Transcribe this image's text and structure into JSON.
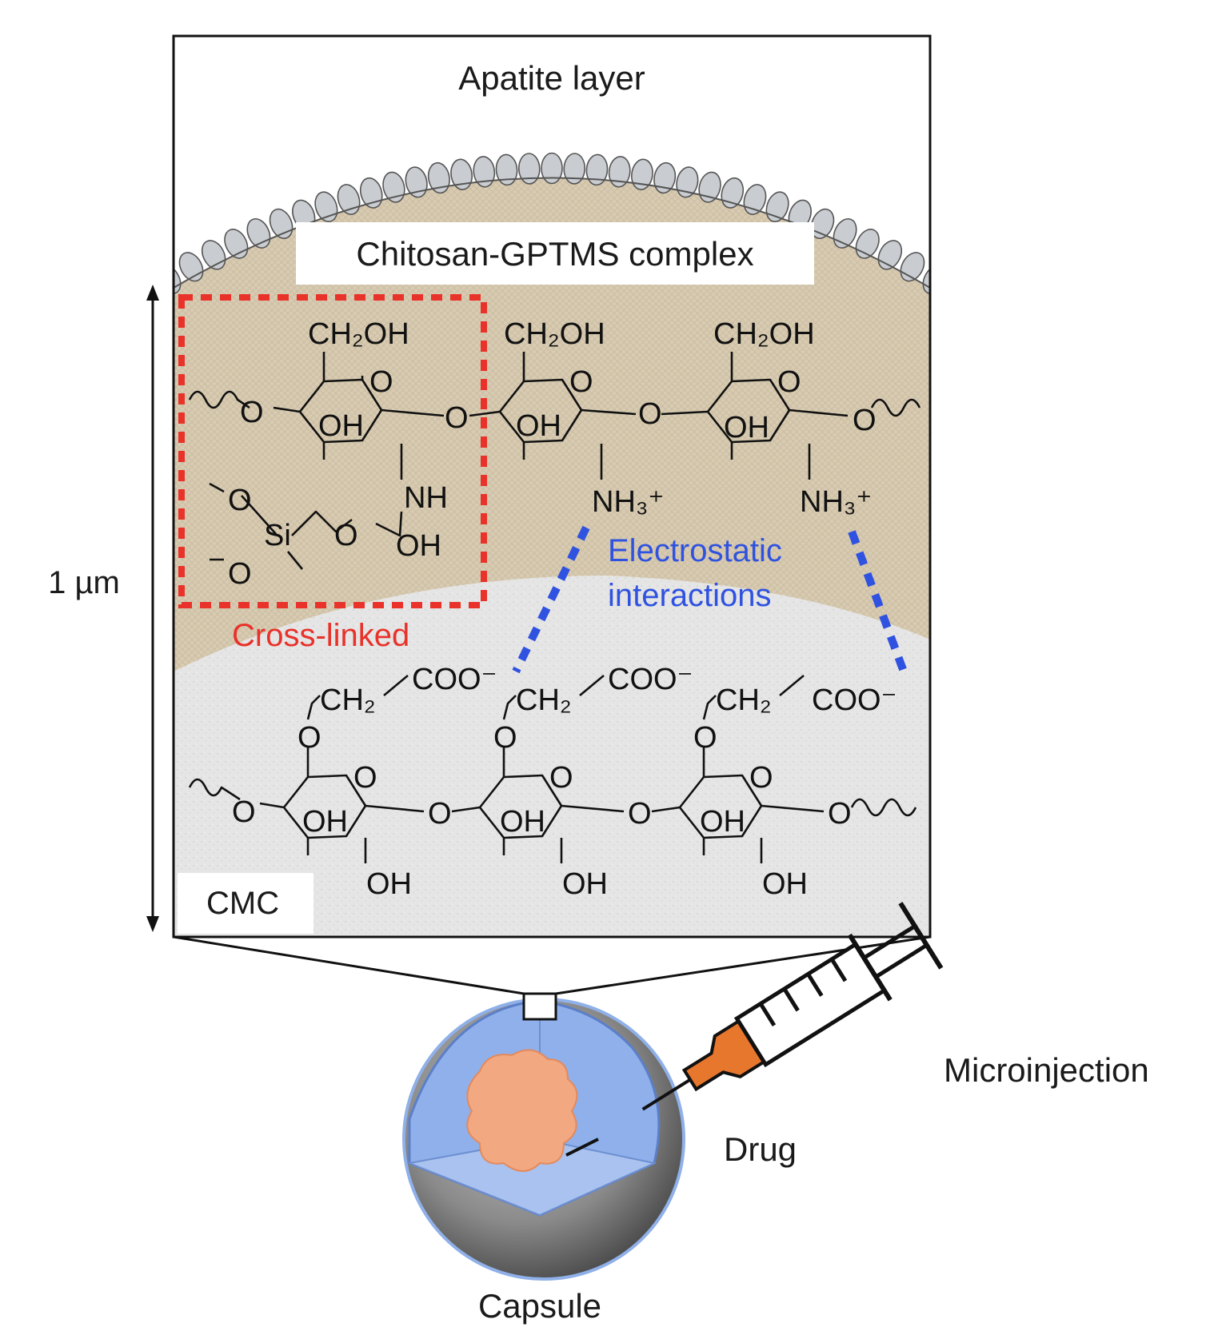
{
  "title": "",
  "labels": {
    "apatite_layer": "Apatite layer",
    "chitosan_complex": "Chitosan-GPTMS complex",
    "scale": "1 µm",
    "cross_linked": "Cross-linked",
    "electrostatic_1": "Electrostatic",
    "electrostatic_2": "interactions",
    "cmc": "CMC",
    "microinjection": "Microinjection",
    "drug": "Drug",
    "capsule": "Capsule"
  },
  "chem": {
    "ch2oh": "CH₂OH",
    "oh": "OH",
    "o": "O",
    "nh": "NH",
    "nh3": "NH₃⁺",
    "si": "Si",
    "ch2": "CH₂",
    "coo": "COO⁻"
  },
  "colors": {
    "chitosan_bg": "#d9ccb5",
    "cmc_bg": "#e6e6e6",
    "apatite": "#c9ccd0",
    "cross_linked": "#e8322a",
    "electrostatic": "#2f52e0",
    "capsule_shell": "#7f9fe0",
    "drug": "#f2a880",
    "syringe_tip": "#e8772e"
  }
}
